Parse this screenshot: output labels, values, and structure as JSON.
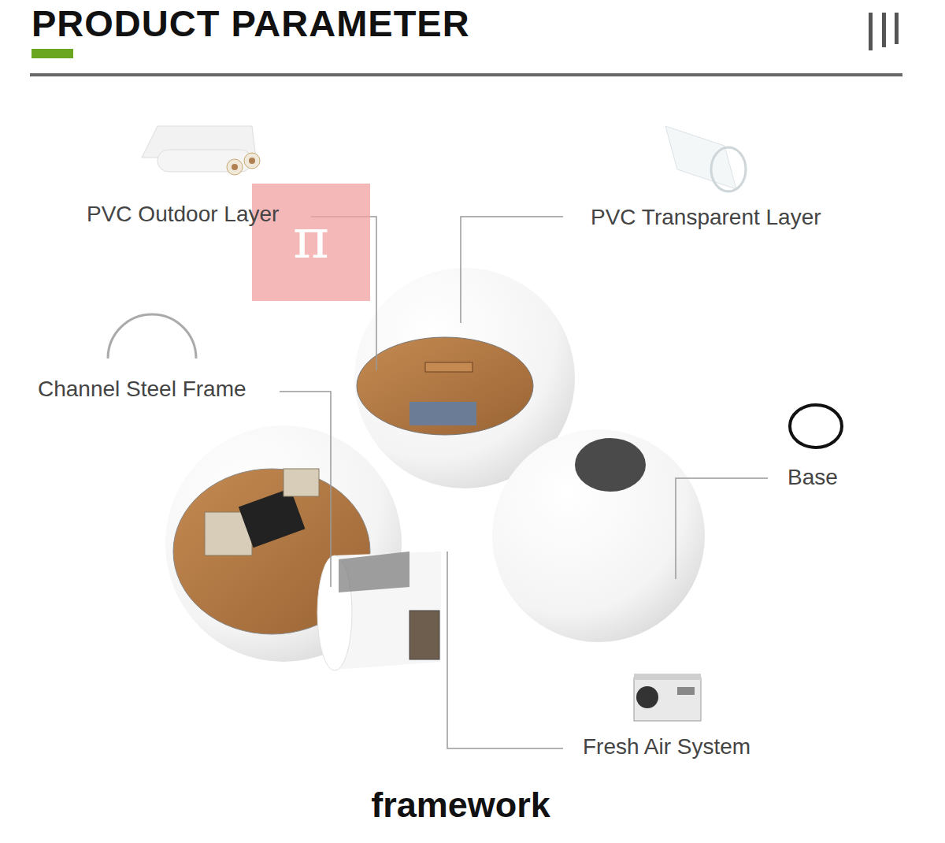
{
  "diagram": {
    "title": "PRODUCT PARAMETER",
    "caption": "framework",
    "labels": [
      "PVC Outdoor Layer",
      "PVC Transparent Layer",
      "Channel Steel Frame",
      "Base",
      "Fresh Air System",
      "π"
    ]
  }
}
